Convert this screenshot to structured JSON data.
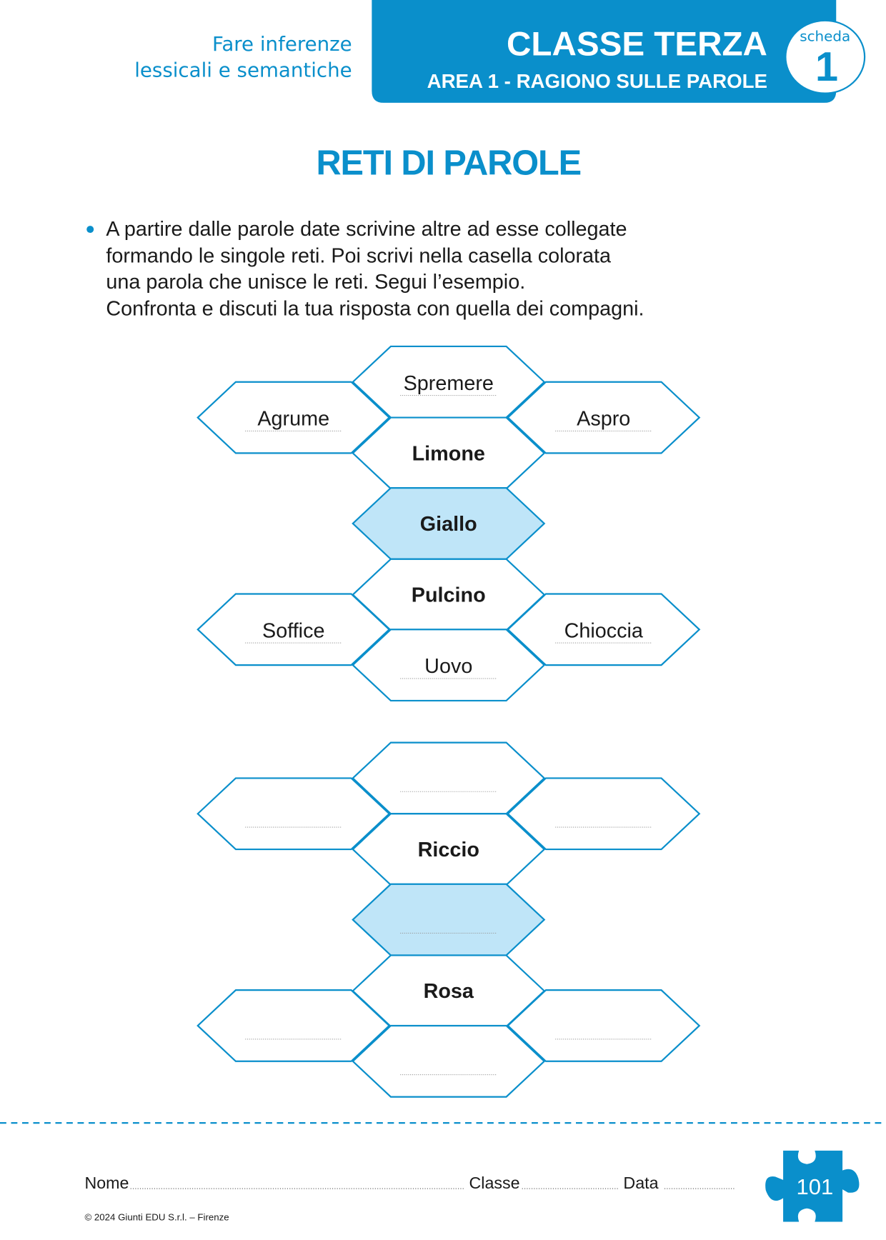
{
  "header": {
    "topic_line1": "Fare inferenze",
    "topic_line2": "lessicali e semantiche",
    "class_title": "CLASSE TERZA",
    "area": "AREA 1 - RAGIONO SULLE PAROLE",
    "scheda_label": "scheda",
    "scheda_number": "1"
  },
  "title": "RETI DI PAROLE",
  "instructions": [
    "A partire dalle parole date scrivine altre ad esse collegate",
    "formando le singole reti. Poi scrivi nella casella colorata",
    "una parola che unisce le reti. Segui l’esempio.",
    "Confronta e discuti la tua risposta con quella dei compagni."
  ],
  "colors": {
    "accent": "#0a8fcb",
    "hex_fill": "#bfe5f8",
    "text": "#1a1a1a"
  },
  "networks": [
    {
      "top": "Spremere",
      "left1": "Agrume",
      "right1": "Aspro",
      "center1": "Limone",
      "link": "Giallo",
      "center2": "Pulcino",
      "left2": "Soffice",
      "right2": "Chioccia",
      "bottom": "Uovo"
    },
    {
      "top": "",
      "left1": "",
      "right1": "",
      "center1": "Riccio",
      "link": "",
      "center2": "Rosa",
      "left2": "",
      "right2": "",
      "bottom": ""
    }
  ],
  "footer": {
    "name_label": "Nome",
    "class_label": "Classe",
    "date_label": "Data",
    "copyright": "© 2024 Giunti EDU S.r.l. – Firenze",
    "page_number": "101"
  }
}
